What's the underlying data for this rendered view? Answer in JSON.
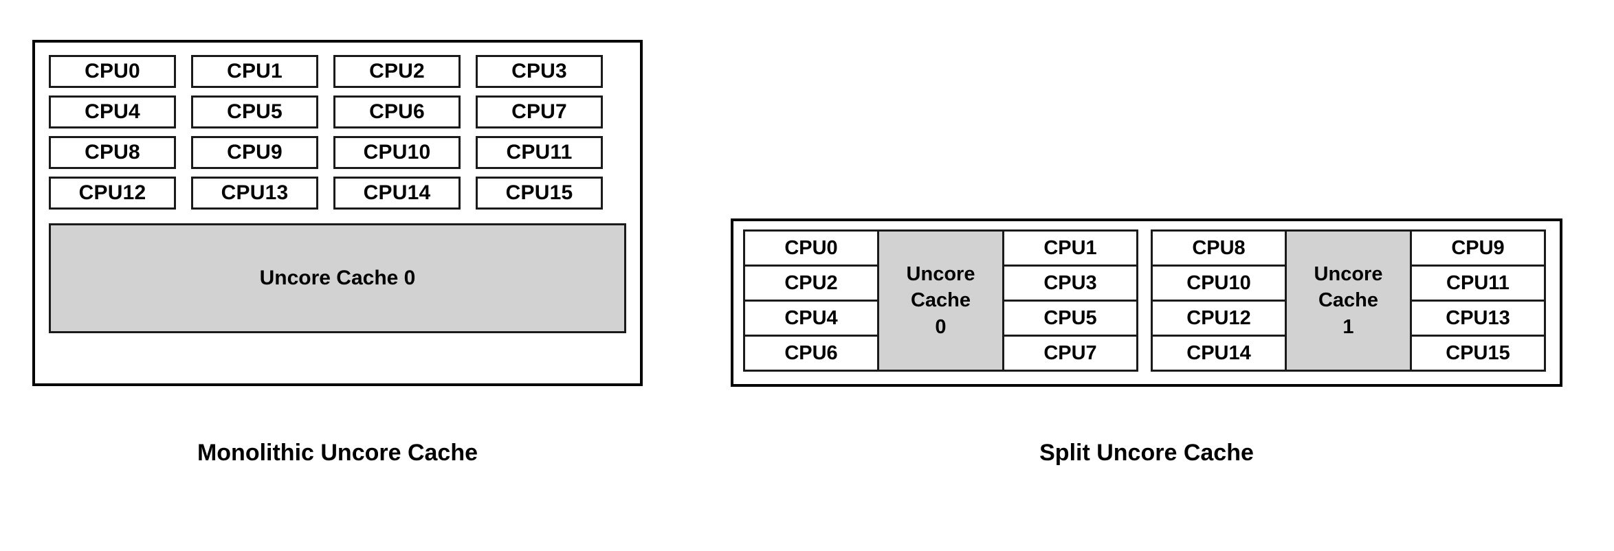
{
  "colors": {
    "background": "#ffffff",
    "outline": "#000000",
    "cell_outline": "#1a1a1a",
    "uncore_fill": "#d2d2d2",
    "text": "#000000"
  },
  "monolithic": {
    "caption": "Monolithic Uncore Cache",
    "cpus": [
      "CPU0",
      "CPU1",
      "CPU2",
      "CPU3",
      "CPU4",
      "CPU5",
      "CPU6",
      "CPU7",
      "CPU8",
      "CPU9",
      "CPU10",
      "CPU11",
      "CPU12",
      "CPU13",
      "CPU14",
      "CPU15"
    ],
    "uncore_label": "Uncore Cache 0"
  },
  "split": {
    "caption": "Split Uncore Cache",
    "groups": [
      {
        "left_cpus": [
          "CPU0",
          "CPU2",
          "CPU4",
          "CPU6"
        ],
        "uncore_line1": "Uncore",
        "uncore_line2": "Cache",
        "uncore_line3": "0",
        "right_cpus": [
          "CPU1",
          "CPU3",
          "CPU5",
          "CPU7"
        ]
      },
      {
        "left_cpus": [
          "CPU8",
          "CPU10",
          "CPU12",
          "CPU14"
        ],
        "uncore_line1": "Uncore",
        "uncore_line2": "Cache",
        "uncore_line3": "1",
        "right_cpus": [
          "CPU9",
          "CPU11",
          "CPU13",
          "CPU15"
        ]
      }
    ]
  }
}
